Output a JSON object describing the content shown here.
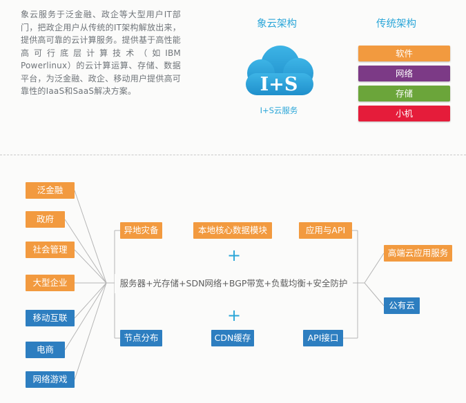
{
  "intro_text": "象云服务于泛金融、政企等大型用户IT部门，把政企用户从传统的IT架构解放出来，提供高可靠的云计算服务。提供基于高性能高可行底层计算技术（如IBM Powerlinux）的云计算运算、存储、数据平台，为泛金融、政企、移动用户提供高可靠性的IaaS和SaaS解决方案。",
  "xiangyun": {
    "heading": "象云架构",
    "cloud_label": "I+S",
    "cloud_caption": "I+S云服务"
  },
  "traditional": {
    "heading": "传统架构",
    "layers": [
      {
        "label": "软件",
        "color": "#f29a3f"
      },
      {
        "label": "网络",
        "color": "#7c3a86"
      },
      {
        "label": "存储",
        "color": "#6ba53a"
      },
      {
        "label": "小机",
        "color": "#e51c3a"
      }
    ]
  },
  "users": [
    {
      "label": "泛金融",
      "color": "#f29a3f"
    },
    {
      "label": "政府",
      "color": "#f29a3f"
    },
    {
      "label": "社会管理",
      "color": "#f29a3f"
    },
    {
      "label": "大型企业",
      "color": "#f29a3f"
    },
    {
      "label": "移动互联",
      "color": "#2d7ec0"
    },
    {
      "label": "电商",
      "color": "#2d7ec0"
    },
    {
      "label": "网络游戏",
      "color": "#2d7ec0"
    }
  ],
  "platform": {
    "top": [
      "异地灾备",
      "本地核心数据模块",
      "应用与API"
    ],
    "plus_symbol": "+",
    "service_bar": "服务器+光存储+SDN网络+BGP带宽+负载均衡+安全防护",
    "bottom": [
      "节点分布",
      "CDN缓存",
      "API接口"
    ]
  },
  "outputs": [
    {
      "label": "高端云应用服务",
      "color": "#f29a3f"
    },
    {
      "label": "公有云",
      "color": "#2d7ec0"
    }
  ],
  "colors": {
    "accent": "#2ba6d8",
    "orange": "#f29a3f",
    "blue": "#2d7ec0",
    "line": "#b5b5b5"
  }
}
